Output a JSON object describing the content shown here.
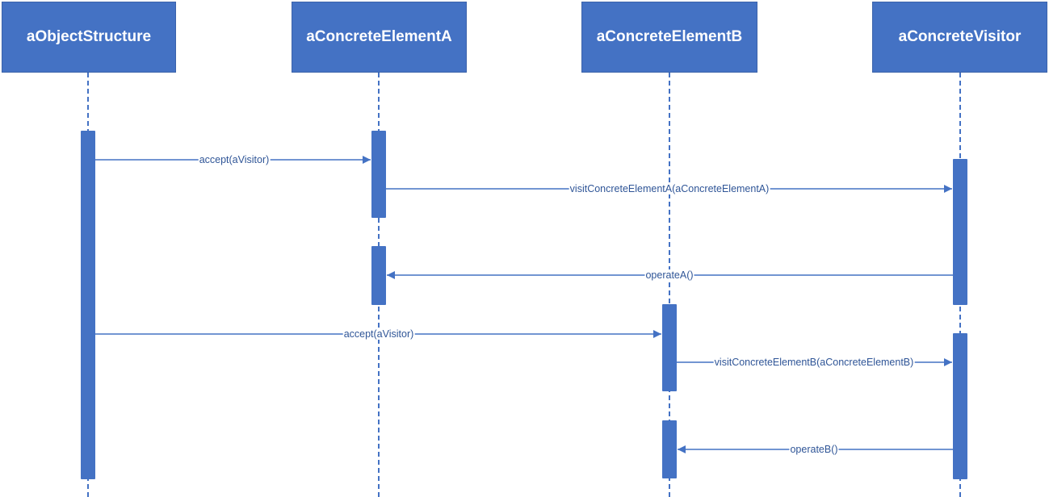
{
  "participants": [
    {
      "id": "obj",
      "name": "aObjectStructure"
    },
    {
      "id": "elA",
      "name": "aConcreteElementA"
    },
    {
      "id": "elB",
      "name": "aConcreteElementB"
    },
    {
      "id": "vis",
      "name": "aConcreteVisitor"
    }
  ],
  "messages": [
    {
      "from": "aObjectStructure",
      "to": "aConcreteElementA",
      "label": "accept(aVisitor)"
    },
    {
      "from": "aConcreteElementA",
      "to": "aConcreteVisitor",
      "label": "visitConcreteElementA(aConcreteElementA)"
    },
    {
      "from": "aConcreteVisitor",
      "to": "aConcreteElementA",
      "label": "operateA()"
    },
    {
      "from": "aObjectStructure",
      "to": "aConcreteElementB",
      "label": "accept(aVisitor)"
    },
    {
      "from": "aConcreteElementB",
      "to": "aConcreteVisitor",
      "label": "visitConcreteElementB(aConcreteElementB)"
    },
    {
      "from": "aConcreteVisitor",
      "to": "aConcreteElementB",
      "label": "operateB()"
    }
  ],
  "colors": {
    "primary": "#4472c4",
    "label_text": "#2f5597",
    "background": "#ffffff"
  }
}
